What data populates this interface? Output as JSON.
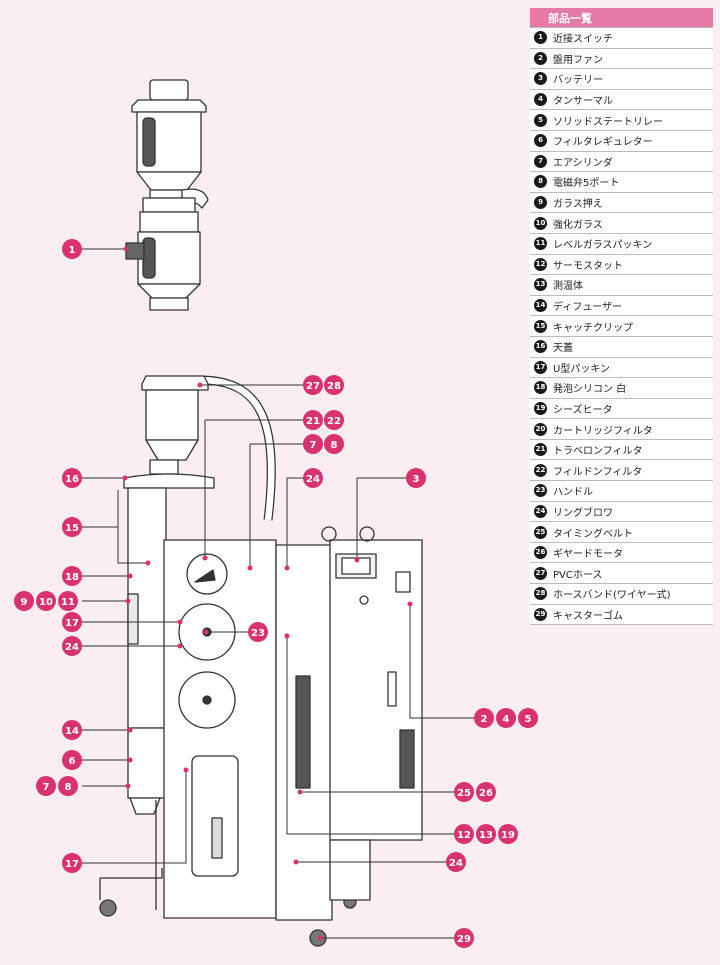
{
  "table": {
    "title": "部品一覧",
    "parts": [
      {
        "n": "1",
        "name": "近接スイッチ"
      },
      {
        "n": "2",
        "name": "盤用ファン"
      },
      {
        "n": "3",
        "name": "バッテリー"
      },
      {
        "n": "4",
        "name": "タンサーマル"
      },
      {
        "n": "5",
        "name": "ソリッドステートリレー"
      },
      {
        "n": "6",
        "name": "フィルタレギュレター"
      },
      {
        "n": "7",
        "name": "エアシリンダ"
      },
      {
        "n": "8",
        "name": "電磁弁5ポート"
      },
      {
        "n": "9",
        "name": "ガラス押え"
      },
      {
        "n": "10",
        "name": "強化ガラス"
      },
      {
        "n": "11",
        "name": "レベルガラスパッキン"
      },
      {
        "n": "12",
        "name": "サーモスタット"
      },
      {
        "n": "13",
        "name": "測温体"
      },
      {
        "n": "14",
        "name": "ディフューザー"
      },
      {
        "n": "15",
        "name": "キャッチクリップ"
      },
      {
        "n": "16",
        "name": "天蓋"
      },
      {
        "n": "17",
        "name": "U型パッキン"
      },
      {
        "n": "18",
        "name": "発泡シリコン 白"
      },
      {
        "n": "19",
        "name": "シーズヒータ"
      },
      {
        "n": "20",
        "name": "カートリッジフィルタ"
      },
      {
        "n": "21",
        "name": "トラベロンフィルタ"
      },
      {
        "n": "22",
        "name": "フィルドンフィルタ"
      },
      {
        "n": "23",
        "name": "ハンドル"
      },
      {
        "n": "24",
        "name": "リングブロワ"
      },
      {
        "n": "25",
        "name": "タイミングベルト"
      },
      {
        "n": "26",
        "name": "ギヤードモータ"
      },
      {
        "n": "27",
        "name": "PVCホース"
      },
      {
        "n": "28",
        "name": "ホースバンド(ワイヤー式)"
      },
      {
        "n": "29",
        "name": "キャスターゴム"
      }
    ]
  },
  "callouts": {
    "c1": "1",
    "c27": "27",
    "c28": "28",
    "c21": "21",
    "c22": "22",
    "c7a": "7",
    "c8a": "8",
    "c24a": "24",
    "c3": "3",
    "c16": "16",
    "c15": "15",
    "c18": "18",
    "c9": "9",
    "c10": "10",
    "c11": "11",
    "c17a": "17",
    "c24b": "24",
    "c23": "23",
    "c14": "14",
    "c6": "6",
    "c7b": "7",
    "c8b": "8",
    "c2": "2",
    "c4": "4",
    "c5": "5",
    "c25": "25",
    "c26": "26",
    "c12": "12",
    "c13": "13",
    "c19": "19",
    "c17b": "17",
    "c24c": "24",
    "c29": "29"
  },
  "colors": {
    "accent": "#d8326f",
    "line": "#333333",
    "bg": "#fbeef3",
    "header": "#e47aa5"
  }
}
